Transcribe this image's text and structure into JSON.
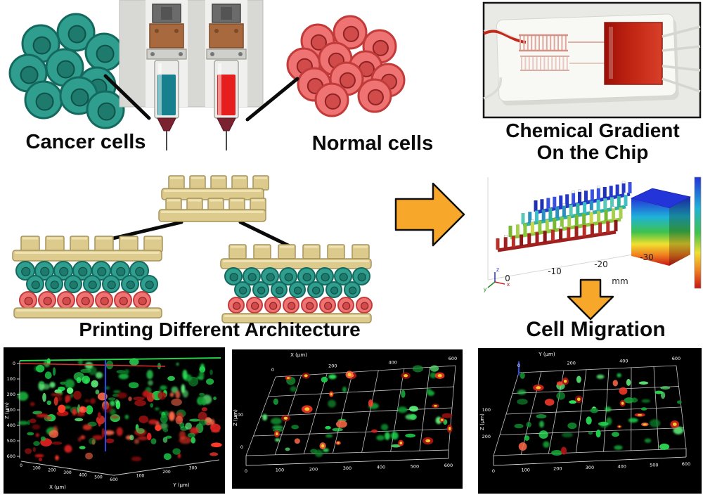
{
  "figure": {
    "cancer_cells_label": "Cancer cells",
    "normal_cells_label": "Normal cells",
    "printing_label": "Printing Different Architecture",
    "gradient_label_line1": "Chemical Gradient",
    "gradient_label_line2": "On the Chip",
    "migration_label": "Cell Migration"
  },
  "colors": {
    "cancer_cell": "#2f9e8f",
    "normal_cell": "#f07373",
    "cancer_ink": "#16808e",
    "normal_ink": "#e61e1e",
    "arrow": "#F7A82A",
    "scaffold": "#ddcb8e",
    "green_signal": "#1ed14b",
    "red_signal": "#e32222"
  },
  "comsol_plot": {
    "x_ticks": [
      "0",
      "-10",
      "-20",
      "-30"
    ],
    "x_unit": "mm",
    "axis_triad": [
      "z",
      "x",
      "y"
    ]
  },
  "microscopy": {
    "left_panel": {
      "z_label": "Z (μm)",
      "x_label": "X (μm)",
      "y_label": "Y (μm)",
      "z_ticks": [
        "0",
        "100",
        "200",
        "300",
        "400",
        "500",
        "600"
      ],
      "x_ticks": [
        "0",
        "100",
        "200",
        "300",
        "400",
        "500",
        "600"
      ],
      "y_ticks": [
        "100",
        "200",
        "300"
      ]
    },
    "middle_panel": {
      "x_label": "X (μm)",
      "z_label": "Z (μm)",
      "x_ticks": [
        "0",
        "200",
        "400",
        "600"
      ],
      "z_ticks": [
        "100",
        "0"
      ],
      "bottom_ticks": [
        "0",
        "100",
        "200",
        "300",
        "400",
        "500",
        "600"
      ]
    },
    "right_panel": {
      "y_label": "Y (μm)",
      "z_label": "Z (μm)",
      "y_ticks": [
        "0",
        "200",
        "400",
        "600"
      ],
      "z_ticks": [
        "100",
        "200"
      ],
      "bottom_ticks": [
        "0",
        "100",
        "200",
        "300",
        "400",
        "500",
        "600"
      ]
    }
  }
}
